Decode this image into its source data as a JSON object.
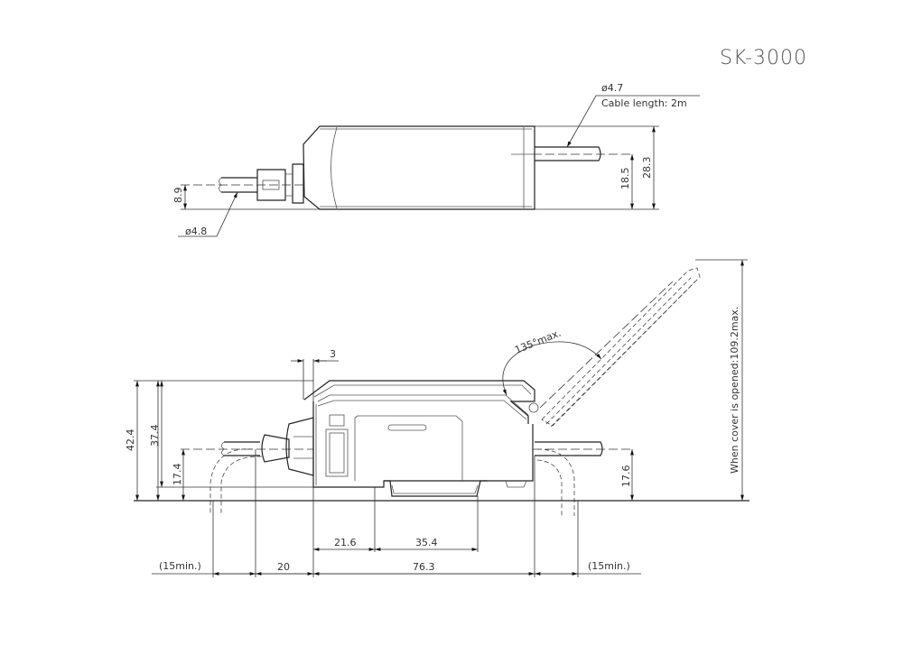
{
  "title": "SK-3000",
  "top_view": {
    "cable_right": {
      "diameter": "ø4.7",
      "length_label": "Cable length: 2m"
    },
    "cable_left": {
      "diameter": "ø4.8"
    },
    "dims": {
      "left_axis_height": "8.9",
      "right_axis_height": "18.5",
      "total_height": "28.3"
    }
  },
  "side_view": {
    "dims": {
      "cover_lip": "3",
      "total_height": "42.4",
      "body_height": "37.4",
      "left_axis_height": "17.4",
      "right_axis_height": "17.6",
      "opened_height": "When cover is opened:109.2max.",
      "cover_angle": "135°max.",
      "d_21_6": "21.6",
      "d_35_4": "35.4",
      "left_bend": "(15min.)",
      "left_connector": "20",
      "body_length": "76.3",
      "right_bend": "(15min.)"
    }
  }
}
